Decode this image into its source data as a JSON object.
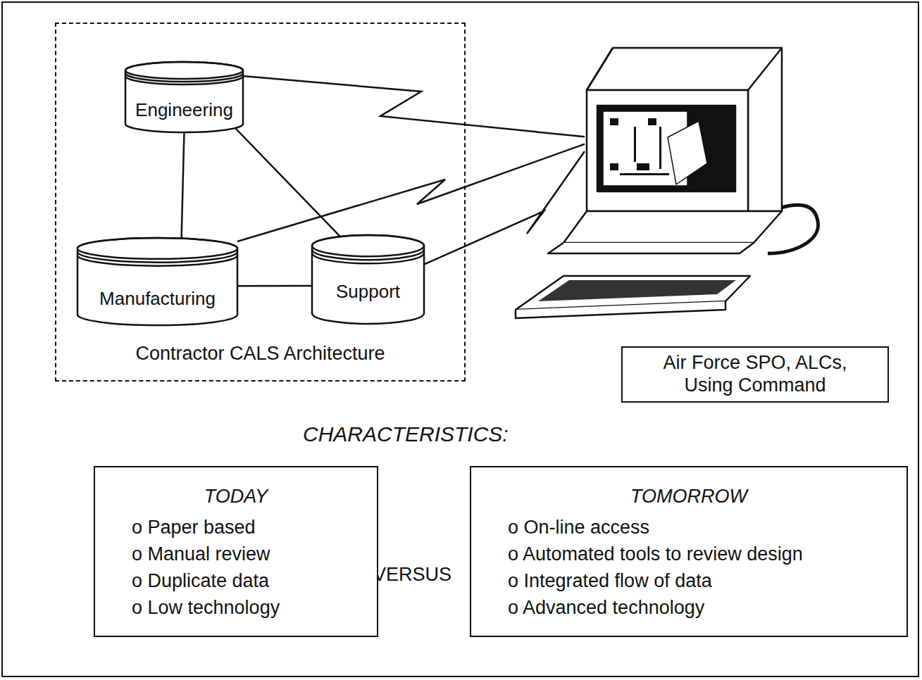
{
  "diagram": {
    "nodes": [
      {
        "text": [
          "Contractor CALS Architecture"
        ]
      },
      {
        "text": [
          "Engineering"
        ],
        "in": 0
      },
      {
        "text": [
          "Manufacturing"
        ],
        "in": 0
      },
      {
        "text": [
          "Support"
        ],
        "in": 0
      },
      {
        "text": [
          "Air Force SPO, ALCs, Using Command"
        ]
      },
      {
        "text": [
          "TODAY",
          "o Paper based",
          "o Manual review",
          "o Duplicate data",
          "o Low technology"
        ]
      },
      {
        "text": [
          "TOMORROW",
          "o On-line access",
          "o Automated tools to review design",
          "o Integrated flow of data",
          "o Advanced technology"
        ]
      }
    ],
    "edges": [
      {
        "from": 1,
        "to": 2,
        "arrow": "none"
      },
      {
        "from": 1,
        "to": 3,
        "arrow": "none"
      },
      {
        "from": 2,
        "to": 3,
        "arrow": "none"
      },
      {
        "from": 1,
        "to": 4,
        "arrow": "none"
      },
      {
        "from": 2,
        "to": 4,
        "arrow": "none"
      },
      {
        "from": 3,
        "to": 4,
        "arrow": "none"
      }
    ],
    "labels": [
      "CHARACTERISTICS:",
      "VERSUS"
    ]
  }
}
